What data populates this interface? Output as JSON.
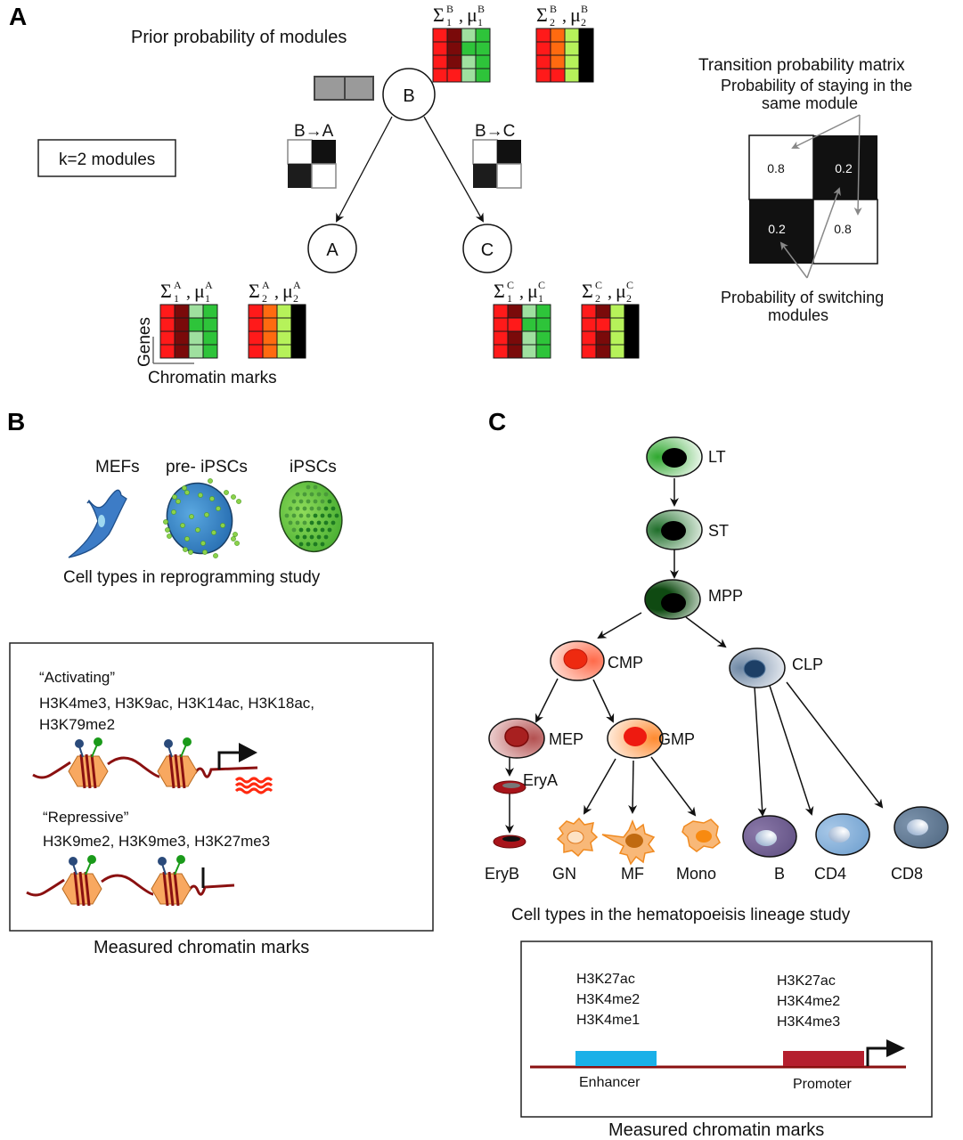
{
  "panel_a": {
    "label": "A",
    "prior_title": "Prior probability of modules",
    "k_box": "k=2 modules",
    "nodes": {
      "b": "B",
      "a": "A",
      "c": "C"
    },
    "edge_ba": "B→A",
    "edge_bc": "B→C",
    "sigma": "Σ",
    "mu": "μ",
    "comma": ",",
    "sub1": "1",
    "sub2": "2",
    "sup_b": "B",
    "sup_a": "A",
    "sup_c": "C",
    "axis_genes": "Genes",
    "axis_marks": "Chromatin marks",
    "transition": {
      "title": "Transition probability matrix",
      "staying_line1": "Probability of staying in the",
      "staying_line2": "same module",
      "switching_line1": "Probability of switching",
      "switching_line2": "modules",
      "values": [
        [
          "0.8",
          "0.2"
        ],
        [
          "0.2",
          "0.8"
        ]
      ]
    },
    "heatmap_colors": {
      "red": "#ff1a1a",
      "darkred": "#7a0a0a",
      "lightgreen": "#9fe09f",
      "green": "#2ec43a",
      "orange": "#ff6a10",
      "lime": "#b6f25a",
      "black": "#000000"
    },
    "heatmaps": {
      "b1": [
        [
          "red",
          "darkred",
          "lightgreen",
          "green"
        ],
        [
          "red",
          "darkred",
          "green",
          "green"
        ],
        [
          "red",
          "darkred",
          "lightgreen",
          "green"
        ],
        [
          "red",
          "red",
          "lightgreen",
          "green"
        ]
      ],
      "b2": [
        [
          "red",
          "orange",
          "lime",
          "black"
        ],
        [
          "red",
          "orange",
          "lime",
          "black"
        ],
        [
          "red",
          "orange",
          "lime",
          "black"
        ],
        [
          "red",
          "red",
          "lime",
          "black"
        ]
      ],
      "a1": [
        [
          "red",
          "darkred",
          "lightgreen",
          "green"
        ],
        [
          "red",
          "darkred",
          "green",
          "green"
        ],
        [
          "red",
          "darkred",
          "lightgreen",
          "green"
        ],
        [
          "red",
          "darkred",
          "lightgreen",
          "green"
        ]
      ],
      "a2": [
        [
          "red",
          "orange",
          "lime",
          "black"
        ],
        [
          "red",
          "orange",
          "lime",
          "black"
        ],
        [
          "red",
          "orange",
          "lime",
          "black"
        ],
        [
          "red",
          "orange",
          "lime",
          "black"
        ]
      ],
      "c1": [
        [
          "red",
          "darkred",
          "lightgreen",
          "green"
        ],
        [
          "red",
          "red",
          "green",
          "green"
        ],
        [
          "red",
          "darkred",
          "lightgreen",
          "green"
        ],
        [
          "red",
          "darkred",
          "lightgreen",
          "green"
        ]
      ],
      "c2": [
        [
          "red",
          "darkred",
          "lime",
          "black"
        ],
        [
          "red",
          "red",
          "lime",
          "black"
        ],
        [
          "red",
          "darkred",
          "lime",
          "black"
        ],
        [
          "red",
          "darkred",
          "lime",
          "black"
        ]
      ]
    }
  },
  "panel_b": {
    "label": "B",
    "cells": [
      "MEFs",
      "pre- iPSCs",
      "iPSCs"
    ],
    "cells_caption": "Cell types in reprogramming study",
    "activating_title": "“Activating”",
    "activating_marks_line1": "H3K4me3, H3K9ac, H3K14ac, H3K18ac,",
    "activating_marks_line2": "H3K79me2",
    "repressive_title": "“Repressive”",
    "repressive_marks": "H3K9me2, H3K9me3, H3K27me3",
    "marks_caption": "Measured chromatin marks"
  },
  "panel_c": {
    "label": "C",
    "nodes": {
      "lt": "LT",
      "st": "ST",
      "mpp": "MPP",
      "cmp": "CMP",
      "clp": "CLP",
      "mep": "MEP",
      "gmp": "GMP",
      "erya": "EryA",
      "eryb": "EryB",
      "gn": "GN",
      "mf": "MF",
      "mono": "Mono",
      "b": "B",
      "cd4": "CD4",
      "cd8": "CD8"
    },
    "lineage_caption": "Cell types in the hematopoeisis lineage study",
    "enhancer_marks": [
      "H3K27ac",
      "H3K4me2",
      "H3K4me1"
    ],
    "promoter_marks": [
      "H3K27ac",
      "H3K4me2",
      "H3K4me3"
    ],
    "enhancer_label": "Enhancer",
    "promoter_label": "Promoter",
    "marks_caption": "Measured chromatin marks",
    "enhancer_color": "#1ab0e8",
    "promoter_color": "#b51f2e"
  }
}
